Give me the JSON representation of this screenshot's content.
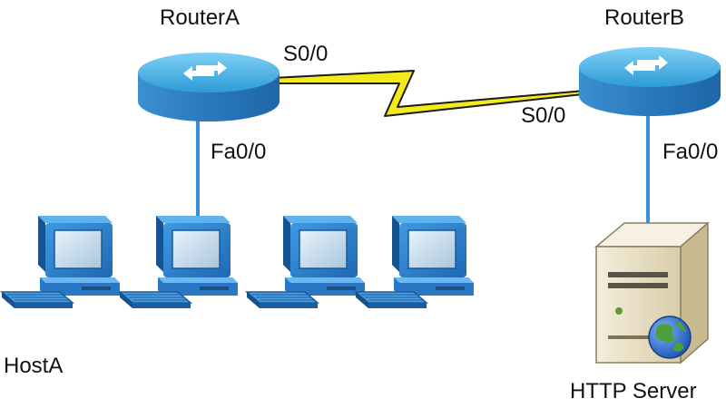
{
  "routers": {
    "a": {
      "name": "RouterA",
      "serial": "S0/0",
      "lan": "Fa0/0"
    },
    "b": {
      "name": "RouterB",
      "serial": "S0/0",
      "lan": "Fa0/0"
    }
  },
  "hosts": {
    "first_label": "HostA"
  },
  "server": {
    "label": "HTTP Server"
  },
  "colors": {
    "router_top": "#3aa6dc",
    "router_side": "#1f7fc0",
    "cable": "#3b8fd6",
    "serial_link": "#f2ea1a",
    "pc_body": "#2c86d4",
    "server_body": "#e9dfc4",
    "globe": "#3b79d6"
  }
}
